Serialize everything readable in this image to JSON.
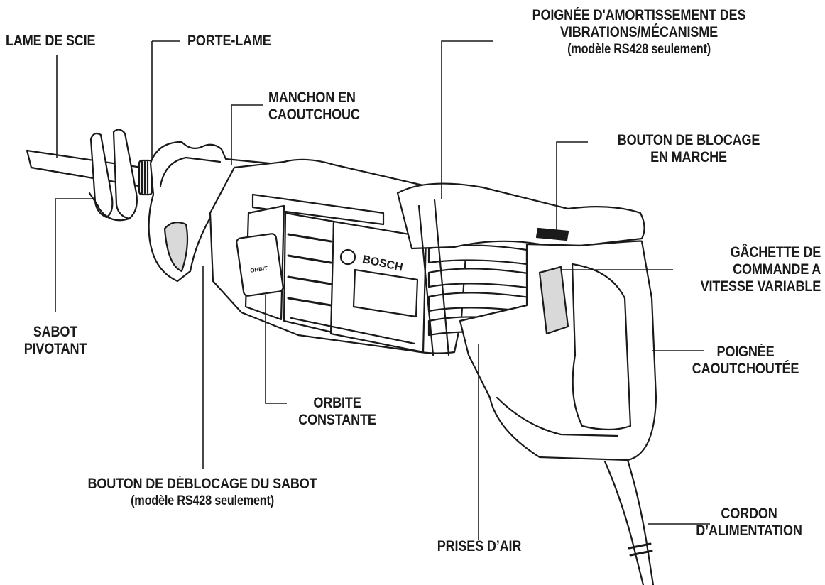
{
  "tool": {
    "brand": "BOSCH",
    "knob_text": "ORBIT"
  },
  "labels": {
    "lame_de_scie": "LAME DE SCIE",
    "porte_lame": "PORTE-LAME",
    "manchon": [
      "MANCHON EN",
      "CAOUTCHOUC"
    ],
    "poignee_amortissement": [
      "POIGNÉE D'AMORTISSEMENT DES",
      "VIBRATIONS/MÉCANISME"
    ],
    "poignee_amortissement_note": "(modèle RS428 seulement)",
    "bouton_blocage": [
      "BOUTON DE BLOCAGE",
      "EN MARCHE"
    ],
    "gachette": [
      "GÂCHETTE DE",
      "COMMANDE A",
      "VITESSE VARIABLE"
    ],
    "poignee_caoutchoutee": [
      "POIGNÉE",
      "CAOUTCHOUTÉE"
    ],
    "sabot_pivotant": [
      "SABOT",
      "PIVOTANT"
    ],
    "orbite_constante": [
      "ORBITE",
      "CONSTANTE"
    ],
    "bouton_deblocage": "BOUTON DE DÉBLOCAGE DU SABOT",
    "bouton_deblocage_note": "(modèle RS428 seulement)",
    "prises_air": "PRISES D’AIR",
    "cordon": [
      "CORDON",
      "D’ALIMENTATION"
    ]
  },
  "colors": {
    "line": "#1a1a1a",
    "background": "#ffffff",
    "shade": "#d9d9d9"
  }
}
